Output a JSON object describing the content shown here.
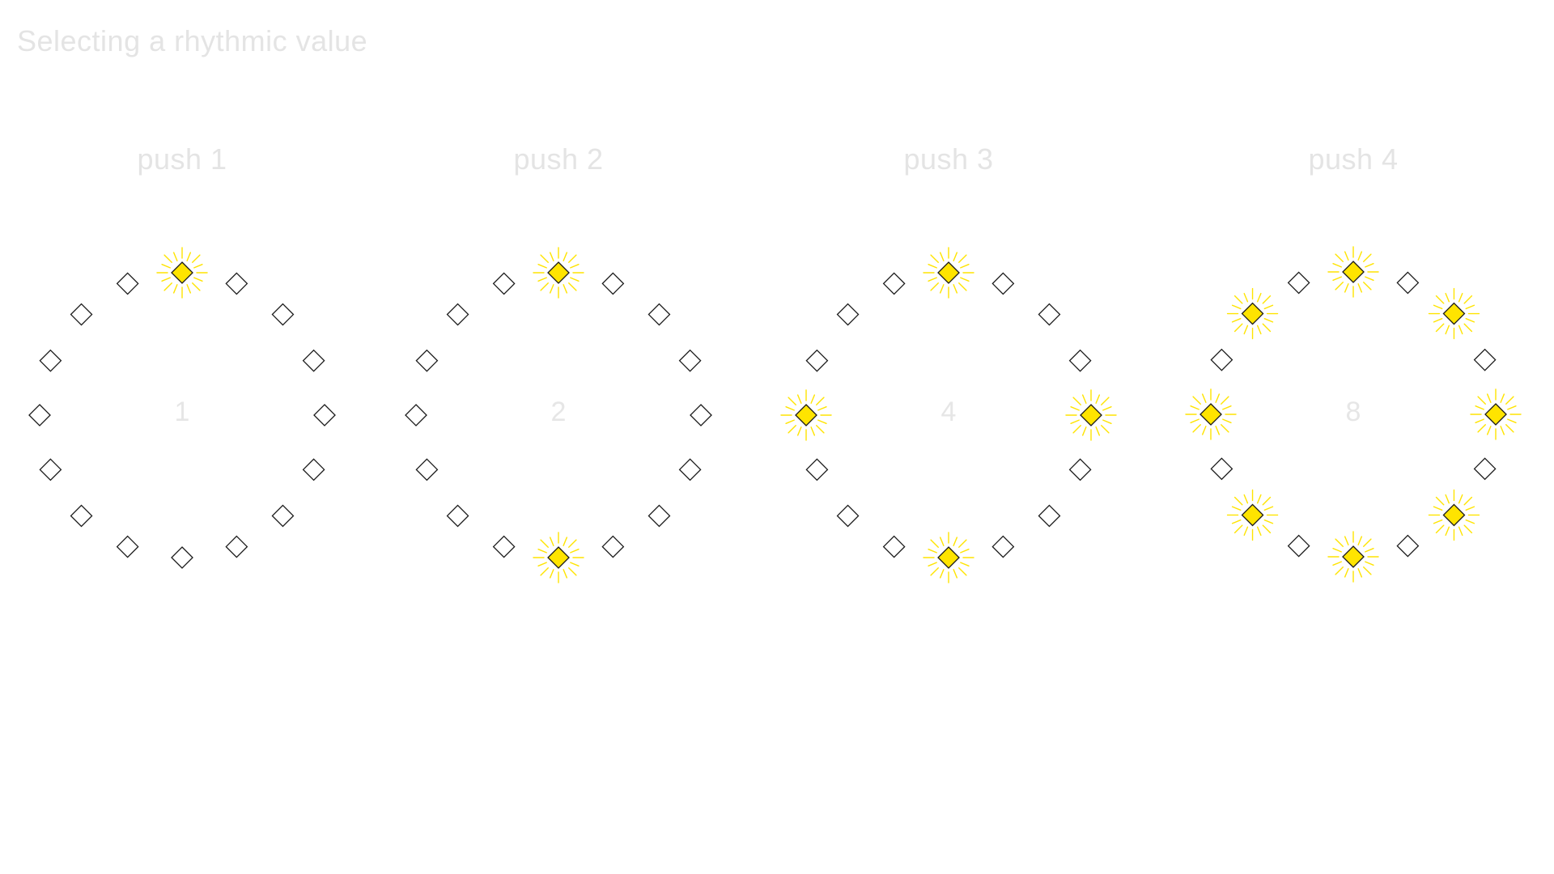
{
  "title": "Selecting a rhythmic value",
  "colors": {
    "lit_fill": "#ffe400",
    "glow": "#ffe400",
    "unlit_fill": "#ffffff",
    "outline": "#1a1a1a",
    "label_text": "#e4e4e4"
  },
  "panels": [
    {
      "label": "push 1",
      "value": "1",
      "steps": 16,
      "lit": [
        0
      ]
    },
    {
      "label": "push 2",
      "value": "2",
      "steps": 16,
      "lit": [
        0,
        8
      ]
    },
    {
      "label": "push 3",
      "value": "4",
      "steps": 16,
      "lit": [
        0,
        4,
        8,
        12
      ]
    },
    {
      "label": "push 4",
      "value": "8",
      "steps": 16,
      "lit": [
        0,
        2,
        4,
        6,
        8,
        10,
        12,
        14
      ]
    }
  ]
}
